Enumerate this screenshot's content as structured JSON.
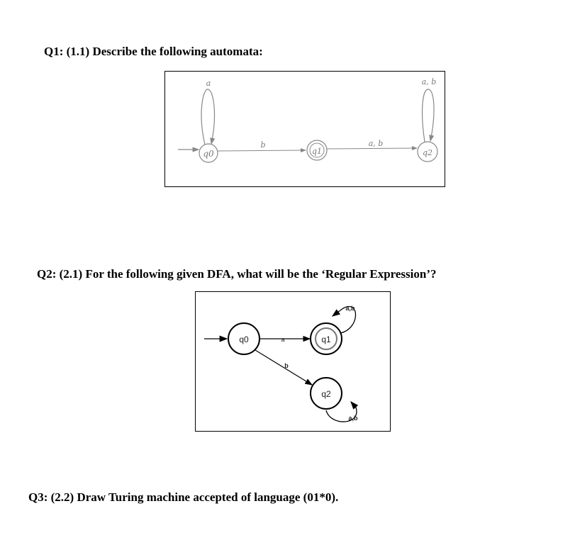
{
  "questions": {
    "q1": "Q1: (1.1) Describe the following automata:",
    "q2": "Q2: (2.1) For the following given DFA, what will be the ‘Regular Expression’?",
    "q3": "Q3: (2.2) Draw Turing machine accepted of language (01*0)."
  },
  "automaton1": {
    "states": [
      {
        "label": "q0",
        "start": true,
        "accepting": false
      },
      {
        "label": "q1",
        "start": false,
        "accepting": true
      },
      {
        "label": "q2",
        "start": false,
        "accepting": false
      }
    ],
    "transitions": [
      {
        "from": "q0",
        "to": "q0",
        "label": "a"
      },
      {
        "from": "q0",
        "to": "q1",
        "label": "b"
      },
      {
        "from": "q1",
        "to": "q2",
        "label": "a, b"
      },
      {
        "from": "q2",
        "to": "q2",
        "label": "a, b"
      }
    ]
  },
  "automaton2": {
    "states": [
      {
        "label": "q0",
        "start": true,
        "accepting": false
      },
      {
        "label": "q1",
        "start": false,
        "accepting": true
      },
      {
        "label": "q2",
        "start": false,
        "accepting": false
      }
    ],
    "transitions": [
      {
        "from": "q0",
        "to": "q1",
        "label": "a"
      },
      {
        "from": "q0",
        "to": "q2",
        "label": "b"
      },
      {
        "from": "q1",
        "to": "q1",
        "label": "a,b"
      },
      {
        "from": "q2",
        "to": "q2",
        "label": "a,b"
      }
    ]
  }
}
